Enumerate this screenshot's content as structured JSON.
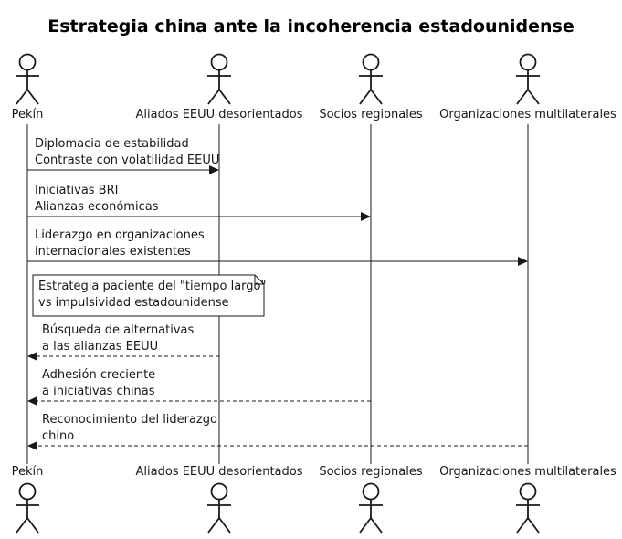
{
  "title": "Estrategia china ante la incoherencia estadounidense",
  "diagram_type": "sequence",
  "colors": {
    "line": "#181818",
    "background": "#ffffff",
    "note_fill": "#ffffff"
  },
  "actors": [
    {
      "name": "Pekín"
    },
    {
      "name": "Aliados EEUU desorientados"
    },
    {
      "name": "Socios regionales"
    },
    {
      "name": "Organizaciones multilaterales"
    }
  ],
  "messages": [
    {
      "from": "Pekín",
      "to": "Aliados EEUU desorientados",
      "style": "solid",
      "line1": "Diplomacia de estabilidad",
      "line2": "Contraste con volatilidad EEUU"
    },
    {
      "from": "Pekín",
      "to": "Socios regionales",
      "style": "solid",
      "line1": "Iniciativas BRI",
      "line2": "Alianzas económicas"
    },
    {
      "from": "Pekín",
      "to": "Organizaciones multilaterales",
      "style": "solid",
      "line1": "Liderazgo en organizaciones",
      "line2": "internacionales existentes"
    },
    {
      "from": "Aliados EEUU desorientados",
      "to": "Pekín",
      "style": "dashed",
      "line1": "Búsqueda de alternativas",
      "line2": "a las alianzas EEUU"
    },
    {
      "from": "Socios regionales",
      "to": "Pekín",
      "style": "dashed",
      "line1": "Adhesión creciente",
      "line2": "a iniciativas chinas"
    },
    {
      "from": "Organizaciones multilaterales",
      "to": "Pekín",
      "style": "dashed",
      "line1": "Reconocimiento del liderazgo",
      "line2": "chino"
    }
  ],
  "note": {
    "over": "Pekín",
    "line1": "Estrategia paciente del \"tiempo largo\"",
    "line2": "vs impulsividad estadounidense"
  }
}
